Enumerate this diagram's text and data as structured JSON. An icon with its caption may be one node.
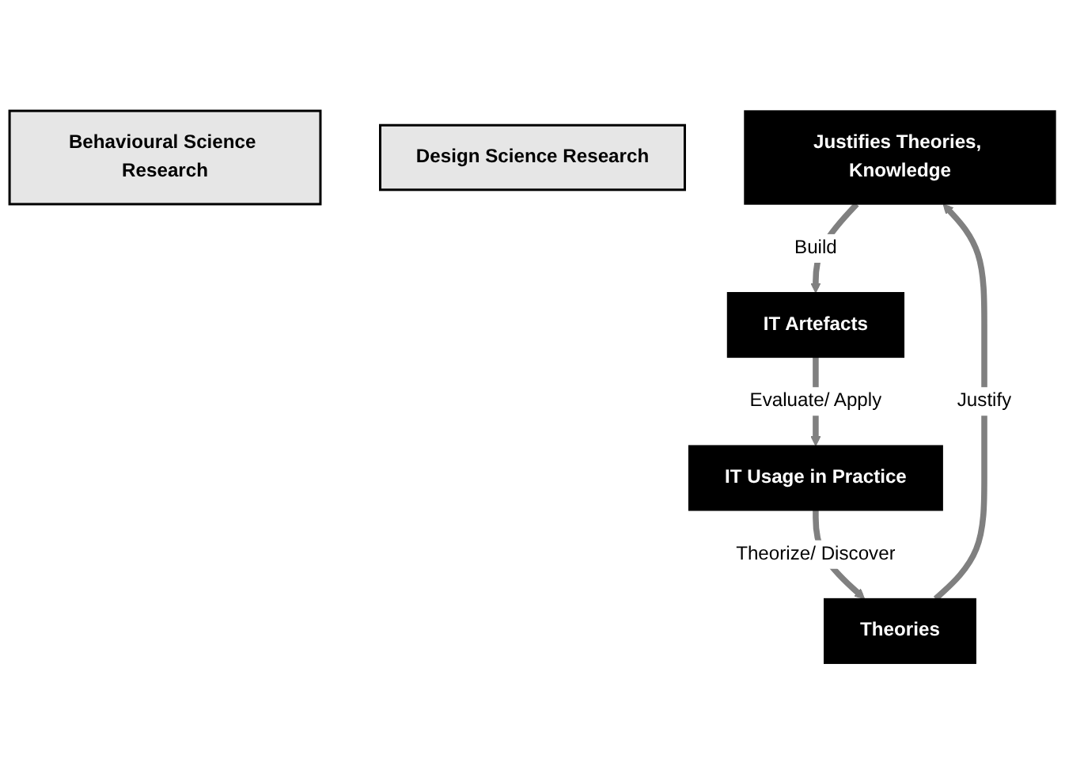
{
  "diagram": {
    "nodes": [
      {
        "text": [
          "Behavioural Science Research"
        ]
      },
      {
        "text": [
          "Design Science Research"
        ]
      },
      {
        "text": [
          "Justifies Theories, Knowledge"
        ]
      },
      {
        "text": [
          "Theories"
        ]
      },
      {
        "text": [
          "IT Artefacts"
        ]
      },
      {
        "text": [
          "IT Usage in Practice"
        ]
      }
    ],
    "edges": [
      {
        "from": 2,
        "to": 4,
        "arrow": "to",
        "label": "Build"
      },
      {
        "from": 4,
        "to": 5,
        "arrow": "to",
        "label": "Evaluate/ Apply"
      },
      {
        "from": 5,
        "to": 3,
        "arrow": "to",
        "label": "Theorize/ Discover"
      },
      {
        "from": 3,
        "to": 2,
        "arrow": "to",
        "label": "Justify"
      }
    ]
  }
}
